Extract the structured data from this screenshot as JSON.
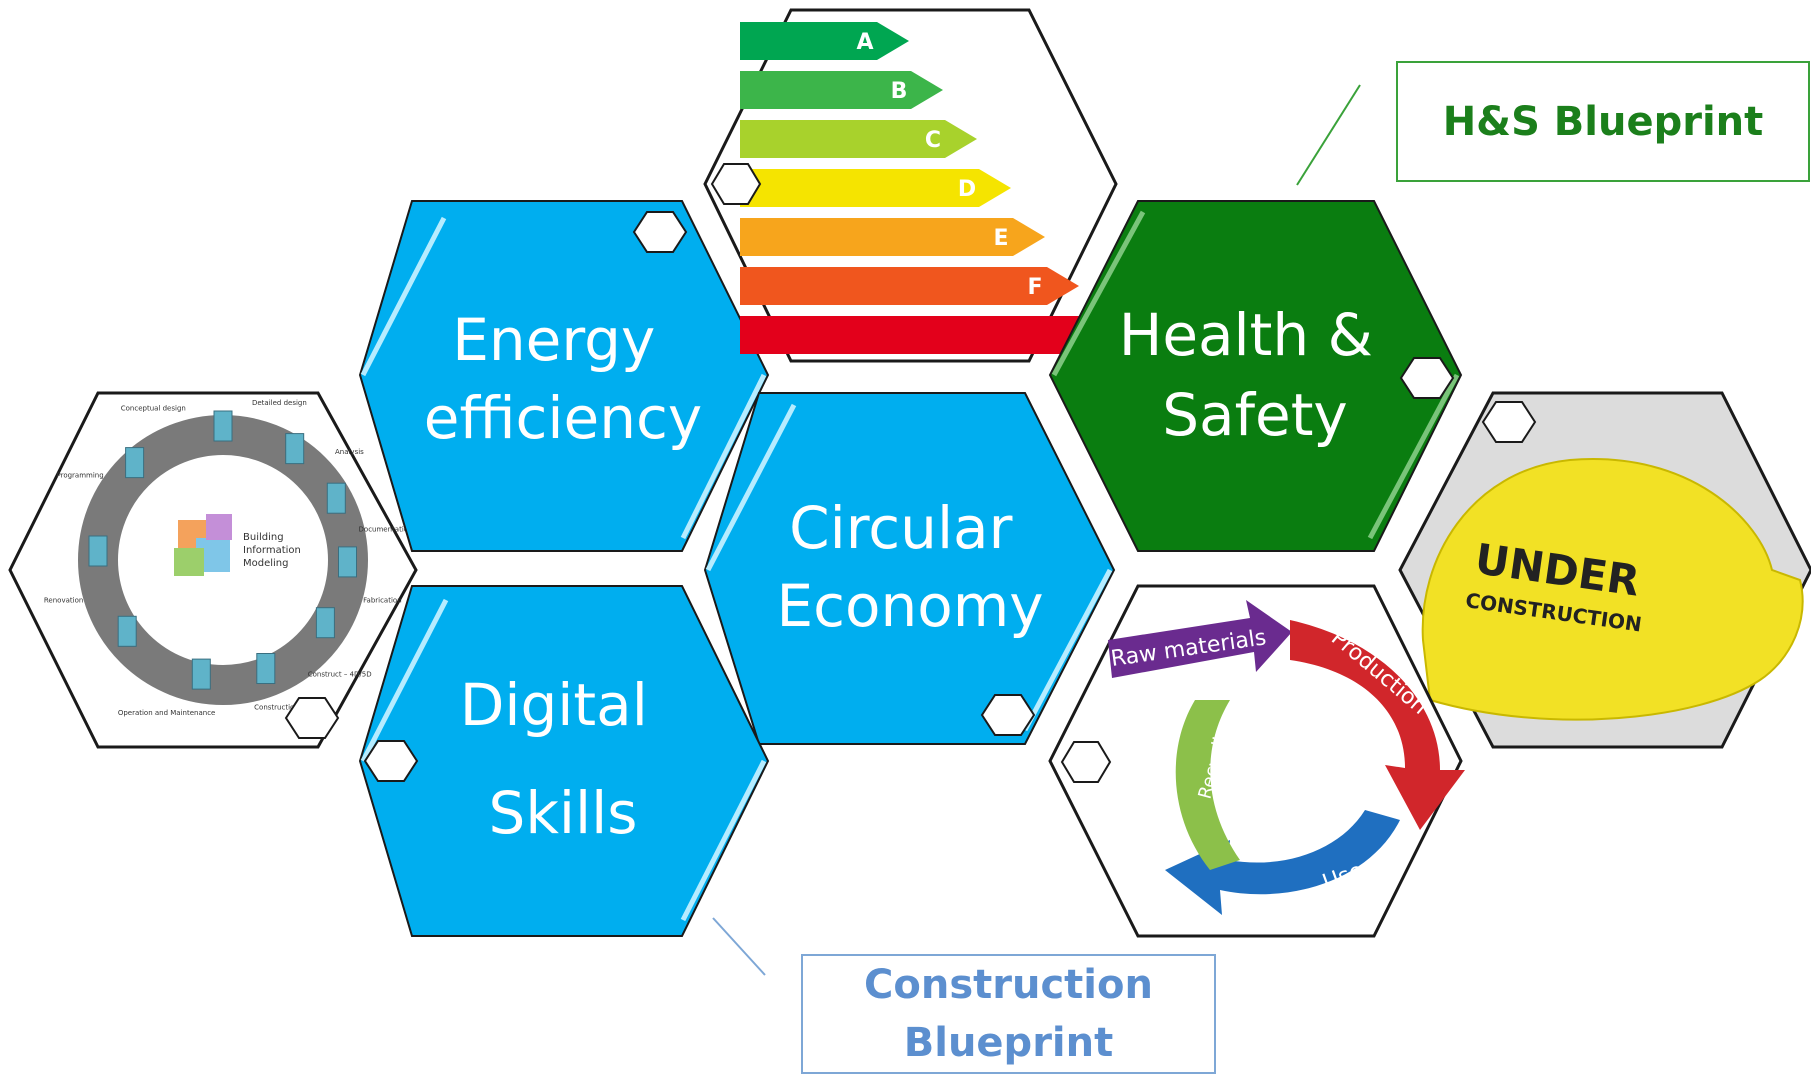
{
  "palette": {
    "blue_fill": "#00aeef",
    "green_fill": "#0a7d10",
    "hex_outline": "#1a1a1a",
    "label_text": "#ffffff",
    "hs_callout_text": "#1b7f1b",
    "hs_callout_border": "#3aa23a",
    "cb_callout_text": "#5c8fcf",
    "cb_callout_border": "#7ea7d6"
  },
  "hexagons": {
    "energy_efficiency": {
      "line1": "Energy",
      "line2": "efficiency"
    },
    "circular_economy": {
      "line1": "Circular",
      "line2": "Economy"
    },
    "digital_skills": {
      "line1": "Digital",
      "line2": "Skills"
    },
    "health_safety": {
      "line1": "Health &",
      "line2": "Safety"
    }
  },
  "energy_label": {
    "classes": [
      "A",
      "B",
      "C",
      "D",
      "E",
      "F",
      ""
    ],
    "colors": [
      "#00a651",
      "#3cb54a",
      "#a8d22c",
      "#f5e400",
      "#f7a51c",
      "#f0561e",
      "#e3001b"
    ]
  },
  "bim_cycle": {
    "center_line1": "Building",
    "center_line2": "Information",
    "center_line3": "Modeling",
    "stages": [
      "Conceptual design",
      "Detailed design",
      "Analysis",
      "Documentation",
      "Fabrication",
      "Construct – 4D/5D",
      "Construction Logistics",
      "Operation and Maintenance",
      "Renovation",
      "Programming"
    ]
  },
  "circular_cycle": {
    "raw_materials": "Raw materials",
    "production": "Production",
    "use": "Use",
    "recycling": "Recycling"
  },
  "hard_hat": {
    "line1": "UNDER",
    "line2": "CONSTRUCTION",
    "color": "#f2e125"
  },
  "callouts": {
    "hs_blueprint": "H&S Blueprint",
    "construction_blueprint_line1": "Construction",
    "construction_blueprint_line2": "Blueprint"
  }
}
